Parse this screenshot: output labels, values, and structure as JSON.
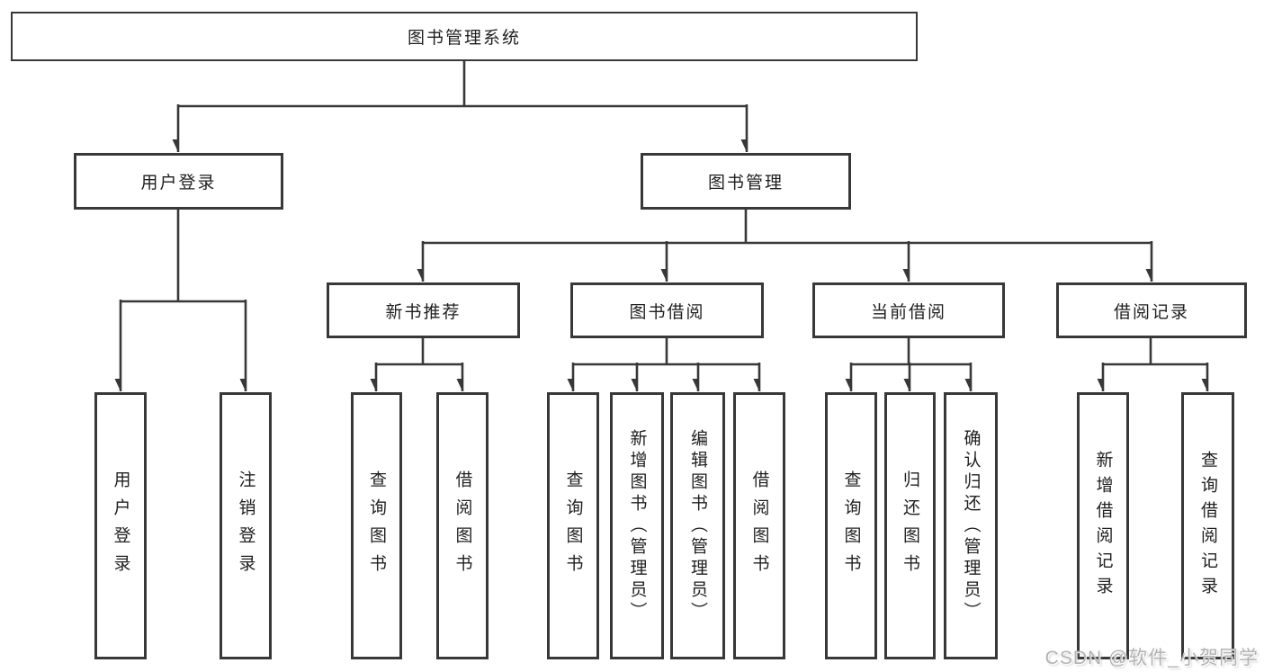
{
  "diagram_type": "function-structure-tree",
  "tree": {
    "label": "图书管理系统",
    "children": [
      {
        "label": "用户登录",
        "children": [
          {
            "label": "用户登录"
          },
          {
            "label": "注销登录"
          }
        ]
      },
      {
        "label": "图书管理",
        "children": [
          {
            "label": "新书推荐",
            "children": [
              {
                "label": "查询图书"
              },
              {
                "label": "借阅图书"
              }
            ]
          },
          {
            "label": "图书借阅",
            "children": [
              {
                "label": "查询图书"
              },
              {
                "label": "新增图书（管理员）"
              },
              {
                "label": "编辑图书（管理员）"
              },
              {
                "label": "借阅图书"
              }
            ]
          },
          {
            "label": "当前借阅",
            "children": [
              {
                "label": "查询图书"
              },
              {
                "label": "归还图书"
              },
              {
                "label": "确认归还（管理员）"
              }
            ]
          },
          {
            "label": "借阅记录",
            "children": [
              {
                "label": "新增借阅记录"
              },
              {
                "label": "查询借阅记录"
              }
            ]
          }
        ]
      }
    ]
  },
  "watermark": {
    "text": "CSDN @软件_小贺同学"
  },
  "colors": {
    "line": "#383838",
    "text": "#1f1f1f",
    "box_background": "#ffffff",
    "watermark": "#b3b3b3"
  }
}
